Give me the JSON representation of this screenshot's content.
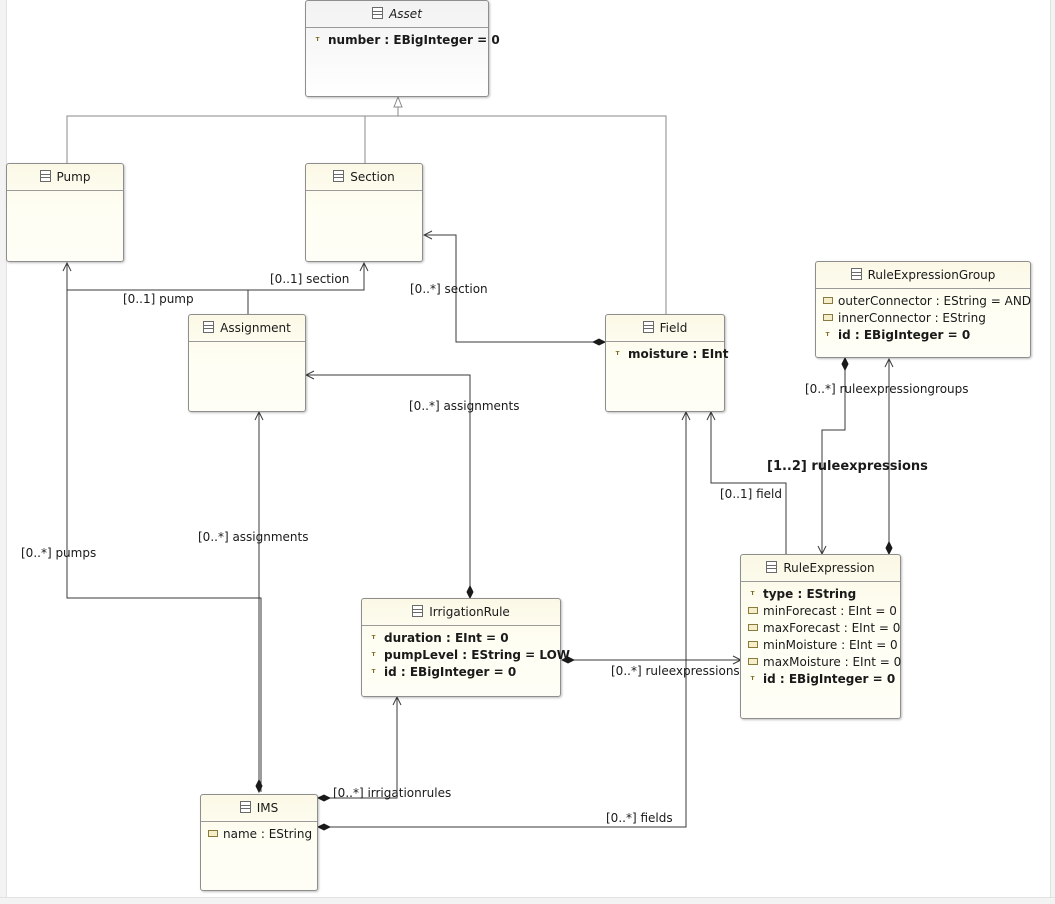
{
  "classes": {
    "asset": {
      "name": "Asset",
      "attrs": [
        {
          "text": "number : EBigInteger = 0",
          "kind": "id",
          "bold": true
        }
      ]
    },
    "pump": {
      "name": "Pump",
      "attrs": []
    },
    "section": {
      "name": "Section",
      "attrs": []
    },
    "assignment": {
      "name": "Assignment",
      "attrs": []
    },
    "field": {
      "name": "Field",
      "attrs": [
        {
          "text": "moisture : EInt",
          "kind": "id",
          "bold": true
        }
      ]
    },
    "rule_expression_group": {
      "name": "RuleExpressionGroup",
      "attrs": [
        {
          "text": "outerConnector : EString = AND",
          "kind": "plain",
          "bold": false
        },
        {
          "text": "innerConnector : EString",
          "kind": "plain",
          "bold": false
        },
        {
          "text": "id : EBigInteger = 0",
          "kind": "id",
          "bold": true
        }
      ]
    },
    "irrigation_rule": {
      "name": "IrrigationRule",
      "attrs": [
        {
          "text": "duration : EInt = 0",
          "kind": "id",
          "bold": true
        },
        {
          "text": "pumpLevel : EString = LOW",
          "kind": "id",
          "bold": true
        },
        {
          "text": "id : EBigInteger = 0",
          "kind": "id",
          "bold": true
        }
      ]
    },
    "rule_expression": {
      "name": "RuleExpression",
      "attrs": [
        {
          "text": "type : EString",
          "kind": "id",
          "bold": true
        },
        {
          "text": "minForecast : EInt = 0",
          "kind": "plain",
          "bold": false
        },
        {
          "text": "maxForecast : EInt = 0",
          "kind": "plain",
          "bold": false
        },
        {
          "text": "minMoisture : EInt = 0",
          "kind": "plain",
          "bold": false
        },
        {
          "text": "maxMoisture : EInt = 0",
          "kind": "plain",
          "bold": false
        },
        {
          "text": "id : EBigInteger = 0",
          "kind": "id",
          "bold": true
        }
      ]
    },
    "ims": {
      "name": "IMS",
      "attrs": [
        {
          "text": "name : EString",
          "kind": "plain",
          "bold": false
        }
      ]
    }
  },
  "labels": {
    "section_ref": "[0..1] section",
    "pump_ref": "[0..1] pump",
    "field_section_ref": "[0..*] section",
    "assignments_rule": "[0..*] assignments",
    "assignments_ims": "[0..*] assignments",
    "pumps": "[0..*] pumps",
    "ruleexpressiongroups": "[0..*] ruleexpressiongroups",
    "ruleexpressions_bold": "[1..2] ruleexpressions",
    "field_ref": "[0..1] field",
    "ruleexpressions": "[0..*] ruleexpressions",
    "irrigationrules": "[0..*] irrigationrules",
    "fields": "[0..*] fields"
  },
  "colors": {
    "line": "#3a3a3a",
    "inherit_line": "#8a8a8a",
    "class_fill": "#fffef3",
    "abstract_fill": "#f4f4f4"
  }
}
